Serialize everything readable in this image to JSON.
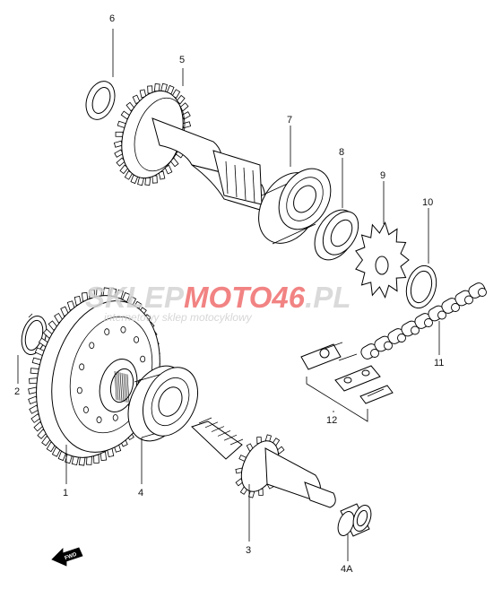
{
  "watermark": {
    "brand_left": "SKLEP",
    "brand_mid": "MOTO",
    "brand_num": "46",
    "brand_right": ".PL",
    "tagline": "internetowy sklep motocyklowy",
    "colors": {
      "grey": "#d4d4d4",
      "red": "#f06e6e"
    }
  },
  "direction_badge": {
    "label": "FWD"
  },
  "callouts": [
    {
      "id": "1",
      "label": "1"
    },
    {
      "id": "2",
      "label": "2"
    },
    {
      "id": "3",
      "label": "3"
    },
    {
      "id": "4",
      "label": "4"
    },
    {
      "id": "4A",
      "label": "4A"
    },
    {
      "id": "5",
      "label": "5"
    },
    {
      "id": "6",
      "label": "6"
    },
    {
      "id": "7",
      "label": "7"
    },
    {
      "id": "8",
      "label": "8"
    },
    {
      "id": "9",
      "label": "9"
    },
    {
      "id": "10",
      "label": "10"
    },
    {
      "id": "11",
      "label": "11"
    },
    {
      "id": "12",
      "label": "12"
    }
  ]
}
